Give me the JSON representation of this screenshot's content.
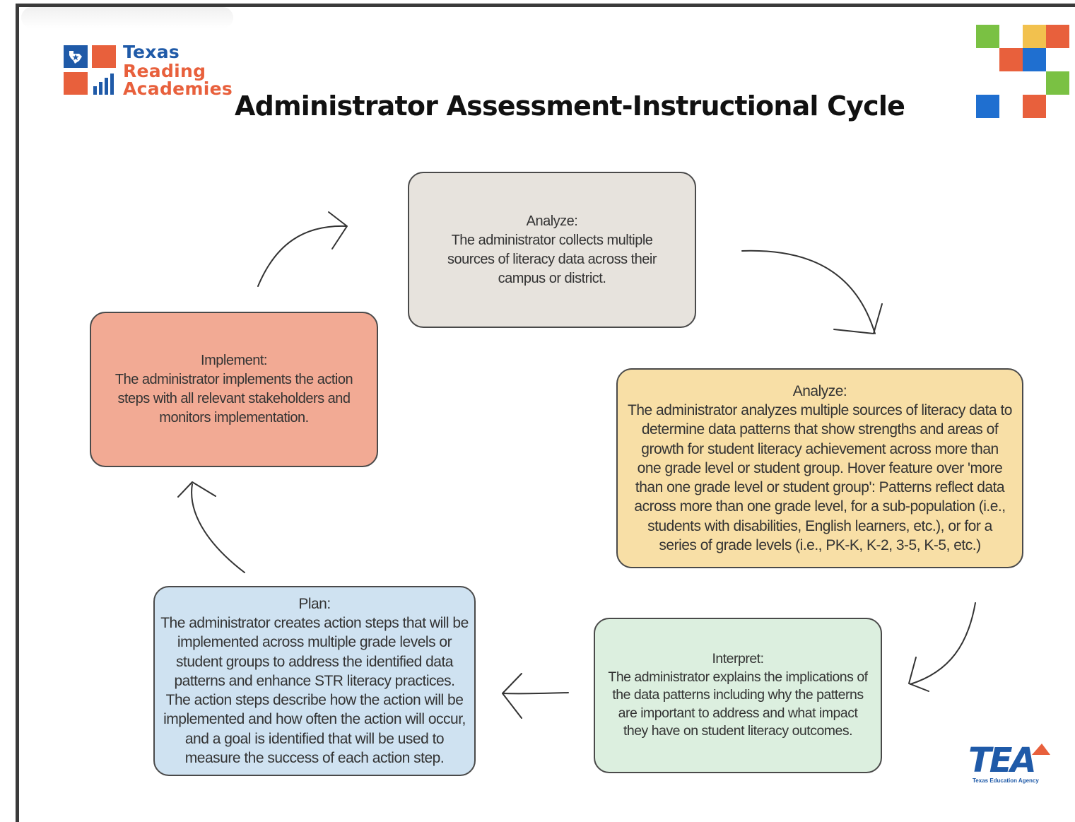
{
  "logo": {
    "line1": "Texas",
    "line2": "Reading",
    "line3": "Academies"
  },
  "title": "Administrator Assessment-Instructional Cycle",
  "boxes": {
    "analyze_collect": {
      "heading": "Analyze:",
      "body": "The administrator collects multiple sources of literacy data across their campus or district."
    },
    "analyze_patterns": {
      "heading": "Analyze:",
      "body": "The administrator analyzes multiple sources of literacy data to determine data patterns that show strengths and areas of growth for student literacy achievement across more than one grade level or student group. Hover feature over 'more than one grade level or student group': Patterns reflect data across more than one grade level, for a sub-population (i.e., students with disabilities, English learners, etc.), or for a series of grade levels (i.e., PK-K, K-2, 3-5, K-5, etc.)"
    },
    "interpret": {
      "heading": "Interpret:",
      "body": "The administrator explains the implications of the data patterns including why the patterns are important to address and what impact they have on student literacy outcomes."
    },
    "plan": {
      "heading": "Plan:",
      "body": "The administrator creates action steps that will be implemented across multiple grade levels or student groups to address the identified data patterns and enhance STR literacy practices. The action steps describe how the action will be implemented and how often the action will occur, and a goal is identified that will be used to measure the success of each action step."
    },
    "implement": {
      "heading": "Implement:",
      "body": "The administrator implements the action steps with all relevant stakeholders and monitors implementation."
    }
  },
  "tea_logo": {
    "mark": "TEA",
    "subtitle": "Texas Education Agency"
  },
  "colors": {
    "analyze_collect": "#e7e3dd",
    "analyze_patterns": "#f8dfa6",
    "interpret": "#dcefdf",
    "plan": "#cfe2f1",
    "implement": "#f2aa94",
    "brand_blue": "#1f5aa8",
    "brand_orange": "#e8603c"
  }
}
